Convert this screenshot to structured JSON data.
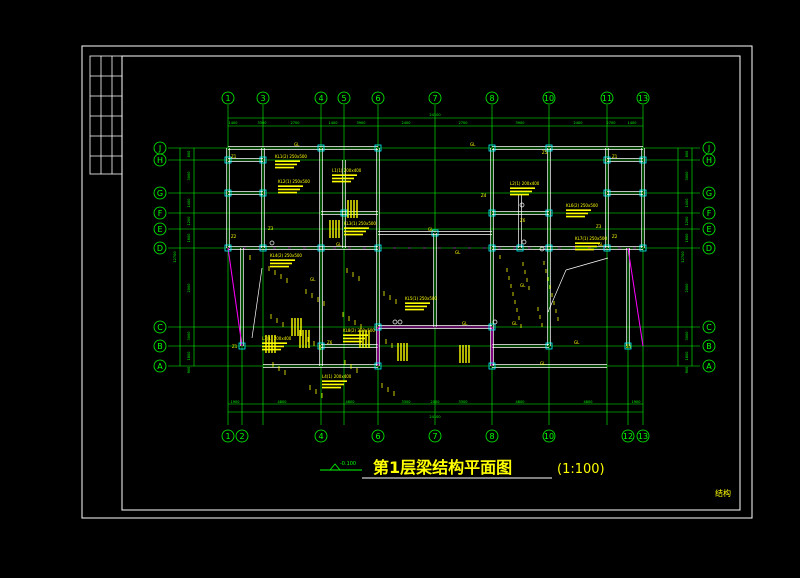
{
  "title": {
    "main": "第1层梁结构平面图",
    "scale": "(1:100)",
    "elevation": "-0.100",
    "signature": "结构"
  },
  "axes_top": [
    "1",
    "3",
    "4",
    "5",
    "6",
    "7",
    "8",
    "10",
    "11",
    "13"
  ],
  "axes_bottom": [
    "1",
    "2",
    "4",
    "6",
    "7",
    "8",
    "10",
    "12",
    "13"
  ],
  "axes_left": [
    "J",
    "H",
    "G",
    "F",
    "E",
    "D",
    "C",
    "B",
    "A"
  ],
  "axes_right": [
    "J",
    "H",
    "G",
    "F",
    "E",
    "D",
    "C",
    "B",
    "A"
  ],
  "dims_top": [
    "1400",
    "3300",
    "2700",
    "1400",
    "3900",
    "2400",
    "2700",
    "3900",
    "2400",
    "2700",
    "1400"
  ],
  "dims_top_total": "24100",
  "dims_bottom": [
    "1900",
    "4800",
    "4800",
    "3300",
    "2000",
    "3300",
    "4800",
    "4800",
    "1900"
  ],
  "dims_bottom_total": "24100",
  "dims_side": [
    "800",
    "3000",
    "1400",
    "1200",
    "1600",
    "2000",
    "3000",
    "1800",
    "900"
  ],
  "dims_side_total": "12700",
  "beam_labels": [
    "KL1(2) 250x500",
    "KL2(1) 250x500",
    "L1(1) 200x400",
    "KL3(1) 250x500",
    "KL4(2) 250x500",
    "KL5(1) 250x500",
    "L2(1) 200x400",
    "KL6(2) 250x500",
    "KL7(1) 250x500",
    "L3(1) 200x400",
    "KL8(2) 250x500",
    "L4(1) 200x400"
  ],
  "column_labels": [
    "Z1",
    "Z2",
    "Z3",
    "Z4",
    "Z5",
    "Z6"
  ],
  "gl_label": "GL",
  "colors": {
    "frame": "#ffffff",
    "axis": "#00ff00",
    "beam": "#ffffff",
    "dim": "#00ff00",
    "text": "#ffff00",
    "marker": "#ff00ff",
    "wall": "#00ffff"
  }
}
